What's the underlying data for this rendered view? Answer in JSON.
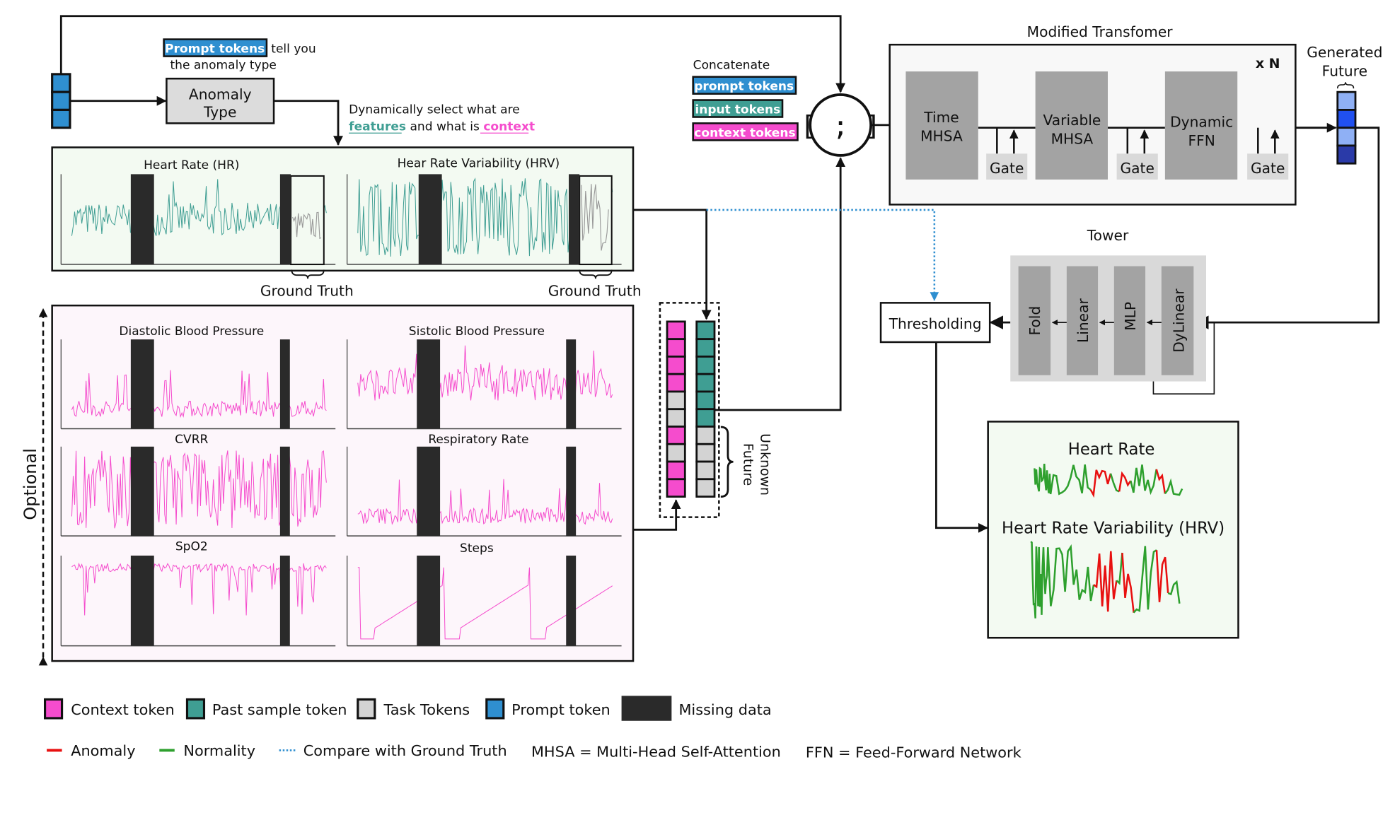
{
  "prompt_note": {
    "chip": "Prompt tokens",
    "rest": "tell you",
    "line2": "the anomaly type"
  },
  "anomaly_box": {
    "line1": "Anomaly",
    "line2": "Type"
  },
  "select_note": {
    "line1": "Dynamically select what are",
    "features": "features",
    "middle": "and what is",
    "context": "context"
  },
  "input_panel": {
    "hr_title": "Heart Rate (HR)",
    "hrv_title": "Hear Rate Variability (HRV)",
    "ground_truth": "Ground Truth"
  },
  "optional_panel": {
    "label": "Optional",
    "titles": [
      "Diastolic Blood Pressure",
      "Sistolic Blood Pressure",
      "CVRR",
      "Respiratory Rate",
      "SpO2",
      "Steps"
    ]
  },
  "unknown_future": {
    "line1": "Unknown",
    "line2": "Future"
  },
  "concatenate": {
    "title": "Concatenate",
    "chips": [
      "prompt tokens",
      "input tokens",
      "context tokens"
    ],
    "symbol": "[ ; ]"
  },
  "transformer": {
    "title": "Modified Transfomer",
    "repeat": "x N",
    "blocks": [
      [
        "Time",
        "MHSA"
      ],
      [
        "Variable",
        "MHSA"
      ],
      [
        "Dynamic",
        "FFN"
      ]
    ],
    "gate": "Gate"
  },
  "generated_future": {
    "line1": "Generated",
    "line2": "Future"
  },
  "tower": {
    "title": "Tower",
    "blocks": [
      "Fold",
      "Linear",
      "MLP",
      "DyLinear"
    ]
  },
  "thresholding": "Thresholding",
  "output": {
    "hr_title": "Heart Rate",
    "hrv_title": "Heart Rate Variability (HRV)"
  },
  "legend": {
    "tokens": [
      "Context token",
      "Past sample token",
      "Task Tokens",
      "Prompt token",
      "Missing data"
    ],
    "lines": [
      "Anomaly",
      "Normality",
      "Compare with Ground Truth"
    ],
    "abbrev": [
      "MHSA = Multi-Head Self-Attention",
      "FFN = Feed-Forward Network"
    ]
  },
  "colors": {
    "prompt": "#2f8fd0",
    "past": "#3f9e93",
    "context": "#f54ccd",
    "task": "#d3d3d3",
    "missing": "#2a2a2a",
    "anomaly": "#e81010",
    "normality": "#2ea02e",
    "compare": "#2f8fd0"
  }
}
